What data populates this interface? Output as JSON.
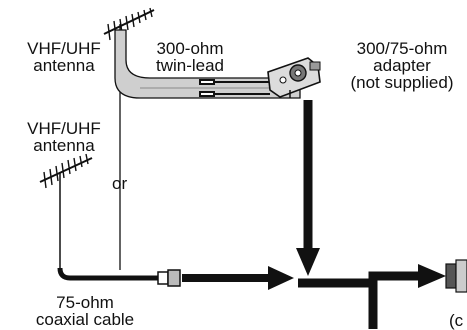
{
  "labels": {
    "antenna_top": [
      "VHF/UHF",
      "antenna"
    ],
    "twin_lead": [
      "300-ohm",
      "twin-lead"
    ],
    "adapter": [
      "300/75-ohm",
      "adapter",
      "(not supplied)"
    ],
    "antenna_bottom": [
      "VHF/UHF",
      "antenna"
    ],
    "or": "or",
    "coaxial": [
      "75-ohm",
      "coaxial cable"
    ],
    "partial": "(c"
  },
  "colors": {
    "ink": "#111111",
    "cable_gray": "#cfcfcf",
    "paper": "#ffffff"
  }
}
